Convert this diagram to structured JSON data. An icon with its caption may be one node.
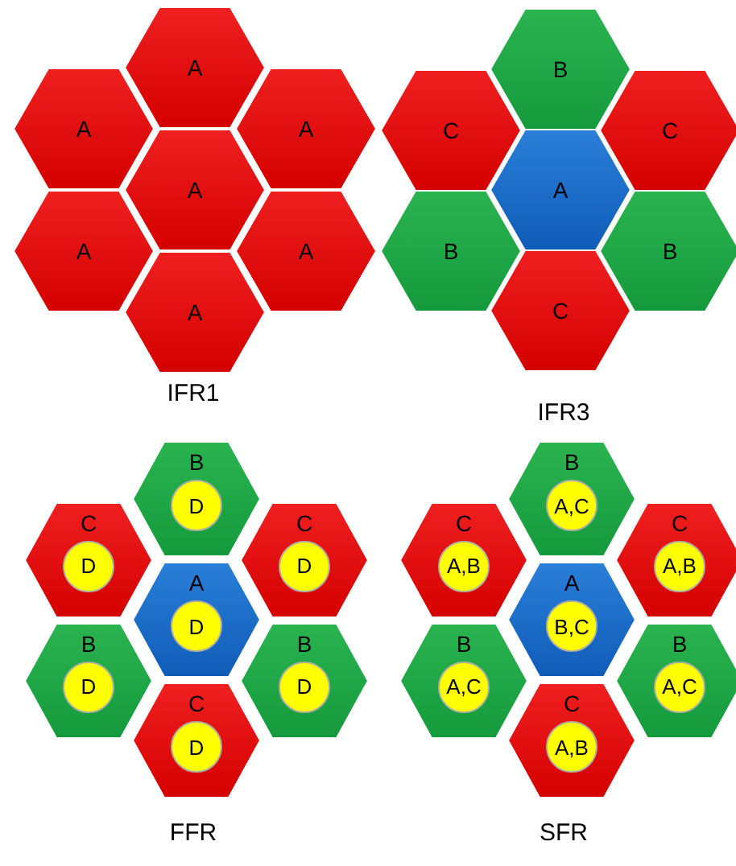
{
  "diagram": {
    "nodes": [
      {
        "text": [
          "A"
        ]
      },
      {
        "text": [
          "A"
        ]
      },
      {
        "text": [
          "A"
        ]
      },
      {
        "text": [
          "A"
        ]
      },
      {
        "text": [
          "A"
        ]
      },
      {
        "text": [
          "A"
        ]
      },
      {
        "text": [
          "A"
        ]
      },
      {
        "text": [
          "B"
        ]
      },
      {
        "text": [
          "C"
        ]
      },
      {
        "text": [
          "C"
        ]
      },
      {
        "text": [
          "A"
        ]
      },
      {
        "text": [
          "B"
        ]
      },
      {
        "text": [
          "B"
        ]
      },
      {
        "text": [
          "C"
        ]
      },
      {
        "text": [
          "B"
        ]
      },
      {
        "text": [
          "D"
        ],
        "in": 14
      },
      {
        "text": [
          "C"
        ]
      },
      {
        "text": [
          "D"
        ],
        "in": 16
      },
      {
        "text": [
          "C"
        ]
      },
      {
        "text": [
          "D"
        ],
        "in": 18
      },
      {
        "text": [
          "A"
        ]
      },
      {
        "text": [
          "D"
        ],
        "in": 20
      },
      {
        "text": [
          "B"
        ]
      },
      {
        "text": [
          "D"
        ],
        "in": 22
      },
      {
        "text": [
          "B"
        ]
      },
      {
        "text": [
          "D"
        ],
        "in": 24
      },
      {
        "text": [
          "C"
        ]
      },
      {
        "text": [
          "D"
        ],
        "in": 26
      },
      {
        "text": [
          "B"
        ]
      },
      {
        "text": [
          "A,C"
        ],
        "in": 28
      },
      {
        "text": [
          "C"
        ]
      },
      {
        "text": [
          "A,B"
        ],
        "in": 30
      },
      {
        "text": [
          "C"
        ]
      },
      {
        "text": [
          "A,B"
        ],
        "in": 32
      },
      {
        "text": [
          "A"
        ]
      },
      {
        "text": [
          "B,C"
        ],
        "in": 34
      },
      {
        "text": [
          "B"
        ]
      },
      {
        "text": [
          "A,C"
        ],
        "in": 36
      },
      {
        "text": [
          "B"
        ]
      },
      {
        "text": [
          "A,C"
        ],
        "in": 38
      },
      {
        "text": [
          "C"
        ]
      },
      {
        "text": [
          "A,B"
        ],
        "in": 40
      }
    ],
    "labels": [
      "IFR1",
      "IFR3",
      "FFR",
      "SFR"
    ]
  }
}
